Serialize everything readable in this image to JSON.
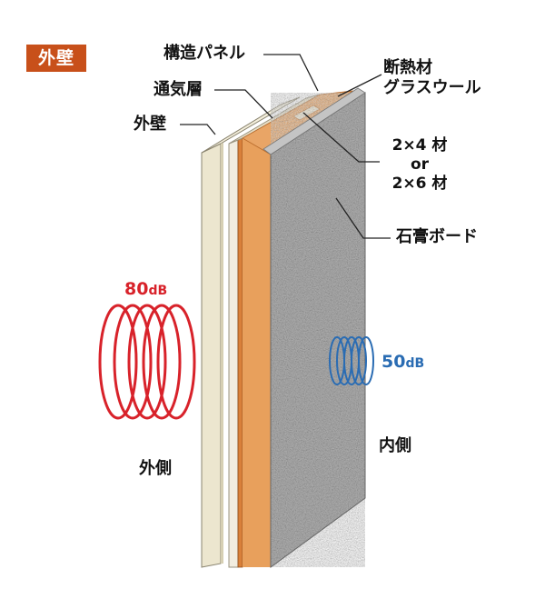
{
  "badge": {
    "text": "外壁"
  },
  "labels": {
    "structural_panel": "構造パネル",
    "air_layer": "通気層",
    "exterior_wall": "外壁",
    "insulation_line1": "断熱材",
    "insulation_line2": "グラスウール",
    "stud_line1": "2×4 材",
    "stud_or": "or",
    "stud_line2": "2×6 材",
    "gypsum_board": "石膏ボード"
  },
  "sound": {
    "outside_level": "80",
    "inside_level": "50",
    "unit": "dB",
    "outside_color": "#d8222a",
    "inside_color": "#2a6cb3"
  },
  "sides": {
    "outside": "外側",
    "inside": "内側"
  },
  "colors": {
    "badge": "#c8501a",
    "siding": "#ece6cf",
    "panel": "#d9803a",
    "insulation": "#e8a05c",
    "gypsum": "#b8b8b8"
  }
}
